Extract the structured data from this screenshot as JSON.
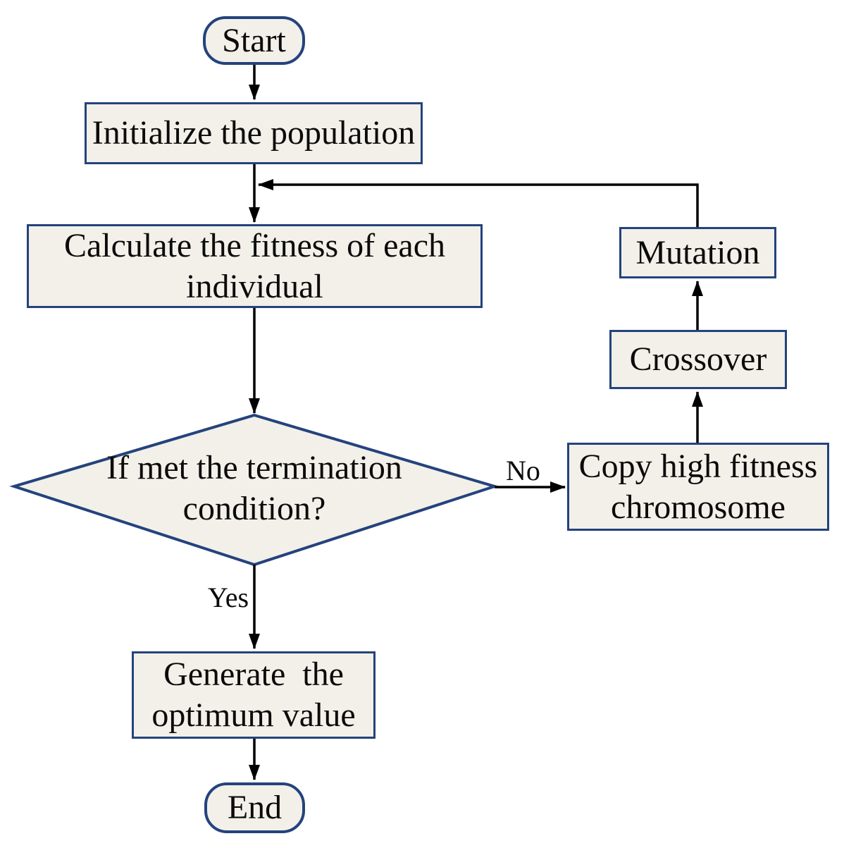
{
  "title": "Genetic algorithm flowchart",
  "colors": {
    "shape_fill": "#F2F0E8",
    "shape_border": "#24437D",
    "arrow_color": "#000000",
    "text_color": "#0B0B0B",
    "background": "#FFFFFF"
  },
  "nodes": {
    "start": {
      "type": "terminator",
      "label": "Start"
    },
    "initialize": {
      "type": "process",
      "label": "Initialize the population"
    },
    "calculate": {
      "type": "process",
      "label": "Calculate the fitness of each\nindividual"
    },
    "decision": {
      "type": "decision",
      "label": "If met the termination\ncondition?"
    },
    "copy": {
      "type": "process",
      "label": "Copy high fitness\nchromosome"
    },
    "crossover": {
      "type": "process",
      "label": "Crossover"
    },
    "mutation": {
      "type": "process",
      "label": "Mutation"
    },
    "generate": {
      "type": "process",
      "label": "Generate  the\noptimum value"
    },
    "end": {
      "type": "terminator",
      "label": "End"
    }
  },
  "edges": {
    "no_label": "No",
    "yes_label": "Yes"
  }
}
